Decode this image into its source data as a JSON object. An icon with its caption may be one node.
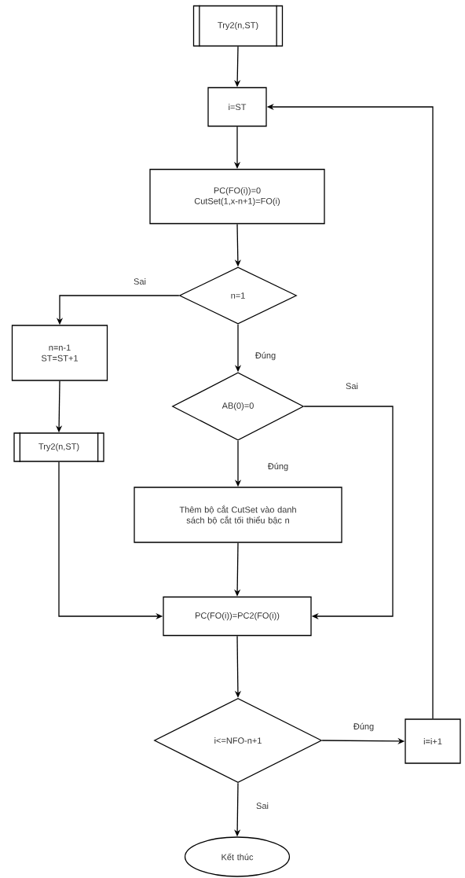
{
  "diagram": {
    "nodes": [
      {
        "text": [
          "Try2(n,ST)"
        ]
      },
      {
        "text": [
          "i=ST"
        ]
      },
      {
        "text": [
          "PC(FO(i))=0 CutSet(1,x-n+1)=FO(i)"
        ]
      },
      {
        "text": [
          "n=1"
        ]
      },
      {
        "text": [
          "n=n-1 ST=ST+1"
        ]
      },
      {
        "text": [
          "AB(0)=0"
        ]
      },
      {
        "text": [
          "Try2(n,ST)"
        ]
      },
      {
        "text": [
          "Thêm bộ cắt CutSet vào danh sách bộ cắt tối thiểu bậc n"
        ]
      },
      {
        "text": [
          "PC(FO(i))=PC2(FO(i))"
        ]
      },
      {
        "text": [
          "i<=NFO-n+1"
        ]
      },
      {
        "text": [
          "i=i+1"
        ]
      },
      {
        "text": [
          "Kết thúc"
        ]
      }
    ],
    "edges": [
      {
        "from": 0,
        "to": 1,
        "arrow": "to"
      },
      {
        "from": 1,
        "to": 2,
        "arrow": "to"
      },
      {
        "from": 2,
        "to": 3,
        "arrow": "to"
      },
      {
        "from": 3,
        "to": 4,
        "arrow": "to",
        "label": "Sai"
      },
      {
        "from": 3,
        "to": 5,
        "arrow": "to",
        "label": "Đúng"
      },
      {
        "from": 4,
        "to": 6,
        "arrow": "to"
      },
      {
        "from": 5,
        "to": 7,
        "arrow": "to",
        "label": "Đúng"
      },
      {
        "from": 5,
        "to": 8,
        "arrow": "to",
        "label": "Sai"
      },
      {
        "from": 6,
        "to": 8,
        "arrow": "to"
      },
      {
        "from": 7,
        "to": 8,
        "arrow": "to"
      },
      {
        "from": 8,
        "to": 9,
        "arrow": "to"
      },
      {
        "from": 9,
        "to": 10,
        "arrow": "to",
        "label": "Đúng"
      },
      {
        "from": 10,
        "to": 1,
        "arrow": "to"
      },
      {
        "from": 9,
        "to": 11,
        "arrow": "to",
        "label": "Sai"
      }
    ]
  }
}
